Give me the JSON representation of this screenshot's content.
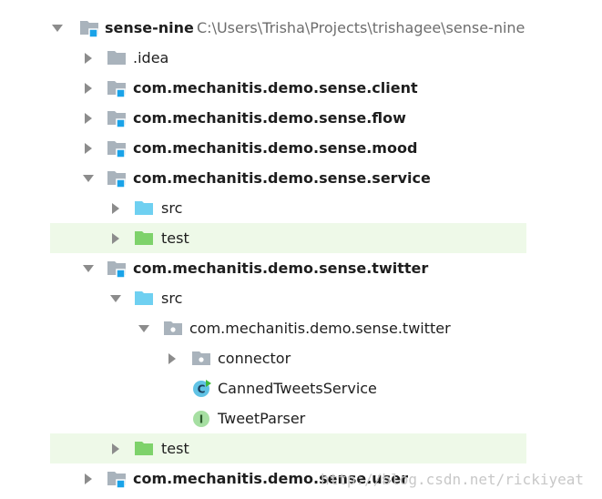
{
  "tree": {
    "root": {
      "label": "sense-nine",
      "path": "C:\\Users\\Trisha\\Projects\\trishagee\\sense-nine"
    },
    "items": [
      {
        "label": "sense-nine",
        "icon": "module-folder-icon",
        "expanded": true
      },
      {
        "label": ".idea",
        "icon": "folder-icon",
        "expanded": false
      },
      {
        "label": "com.mechanitis.demo.sense.client",
        "icon": "module-folder-icon",
        "expanded": false
      },
      {
        "label": "com.mechanitis.demo.sense.flow",
        "icon": "module-folder-icon",
        "expanded": false
      },
      {
        "label": "com.mechanitis.demo.sense.mood",
        "icon": "module-folder-icon",
        "expanded": false
      },
      {
        "label": "com.mechanitis.demo.sense.service",
        "icon": "module-folder-icon",
        "expanded": true
      },
      {
        "label": "src",
        "icon": "source-folder-icon",
        "expanded": false
      },
      {
        "label": "test",
        "icon": "test-folder-icon",
        "expanded": false
      },
      {
        "label": "com.mechanitis.demo.sense.twitter",
        "icon": "module-folder-icon",
        "expanded": true
      },
      {
        "label": "src",
        "icon": "source-folder-icon",
        "expanded": true
      },
      {
        "label": "com.mechanitis.demo.sense.twitter",
        "icon": "package-icon",
        "expanded": true
      },
      {
        "label": "connector",
        "icon": "package-icon",
        "expanded": false
      },
      {
        "label": "CannedTweetsService",
        "icon": "class-icon"
      },
      {
        "label": "TweetParser",
        "icon": "interface-icon"
      },
      {
        "label": "test",
        "icon": "test-folder-icon",
        "expanded": false
      },
      {
        "label": "com.mechanitis.demo.sense.user",
        "icon": "module-folder-icon",
        "expanded": false
      }
    ]
  },
  "watermark": "http://blog.csdn.net/rickiyeat",
  "colors": {
    "folder": "#a9b3bc",
    "module_marker": "#1aa3e8",
    "source_folder": "#6fd0f1",
    "test_folder": "#7ed26b",
    "highlight": "#eef9e8",
    "class_icon": "#61c3e5",
    "interface_icon": "#a6dfa2",
    "arrow": "#8c8c8c"
  }
}
